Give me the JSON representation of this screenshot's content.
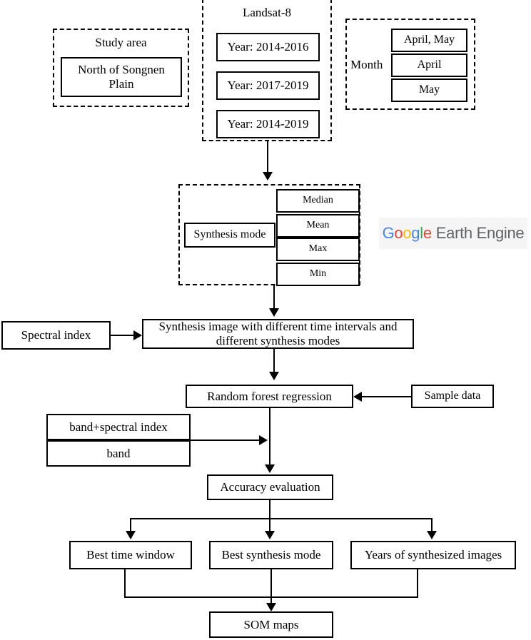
{
  "diagram": {
    "title": "SOM mapping workflow flowchart",
    "groups": {
      "study_area": {
        "label": "Study area",
        "items": [
          {
            "label": "North of Songnen Plain"
          }
        ]
      },
      "landsat": {
        "label": "Landsat-8",
        "items": [
          {
            "label": "Year: 2014-2016"
          },
          {
            "label": "Year: 2017-2019"
          },
          {
            "label": "Year: 2014-2019"
          }
        ]
      },
      "month": {
        "label": "Month",
        "items": [
          {
            "label": "April, May"
          },
          {
            "label": "April"
          },
          {
            "label": "May"
          }
        ]
      },
      "synthesis_mode": {
        "label": "Synthesis mode",
        "items": [
          {
            "label": "Median"
          },
          {
            "label": "Mean"
          },
          {
            "label": "Max"
          },
          {
            "label": "Min"
          }
        ]
      }
    },
    "nodes": {
      "synthesis_image": "Synthesis image with different time intervals and different synthesis modes",
      "spectral_index": "Spectral index",
      "random_forest": "Random forest regression",
      "sample_data": "Sample data",
      "band_spectral_index": "band+spectral index",
      "band": "band",
      "accuracy_evaluation": "Accuracy evaluation",
      "best_time_window": "Best time window",
      "best_synthesis_mode": "Best synthesis mode",
      "years_synthesized": "Years of synthesized images",
      "som_maps": "SOM maps"
    },
    "logo": {
      "name": "Google Earth Engine",
      "google_letters": [
        "G",
        "o",
        "o",
        "g",
        "l",
        "e"
      ],
      "suffix": "Earth Engine",
      "colors": {
        "blue": "#4285F4",
        "red": "#EA4335",
        "yellow": "#FBBC05",
        "green": "#34A853",
        "grey": "#5F6368"
      }
    }
  }
}
